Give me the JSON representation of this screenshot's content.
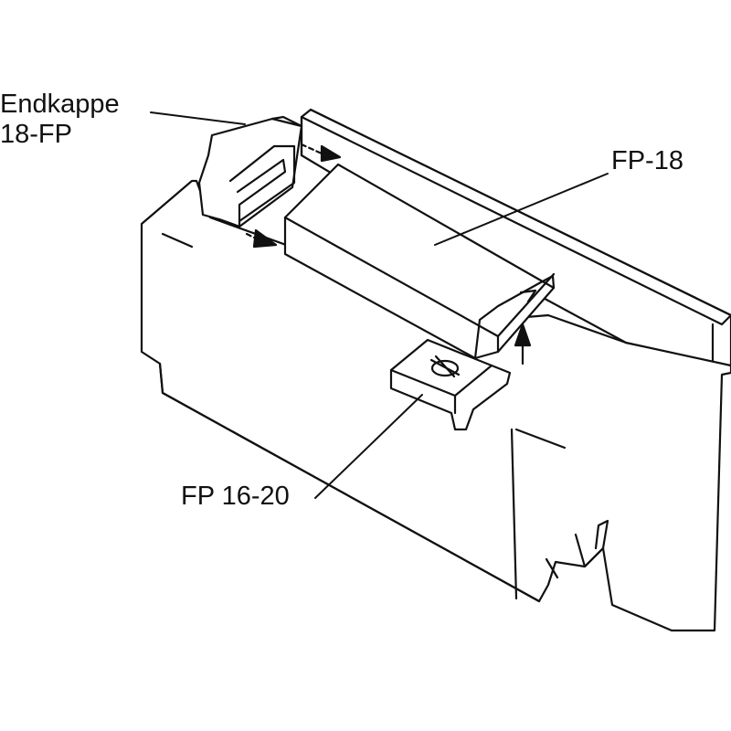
{
  "labels": {
    "endkappe_line1": "Endkappe",
    "endkappe_line2": "18-FP",
    "fp18": "FP-18",
    "fp1620": "FP 16-20"
  },
  "colors": {
    "ink": "#111111",
    "fill": "#ffffff"
  }
}
